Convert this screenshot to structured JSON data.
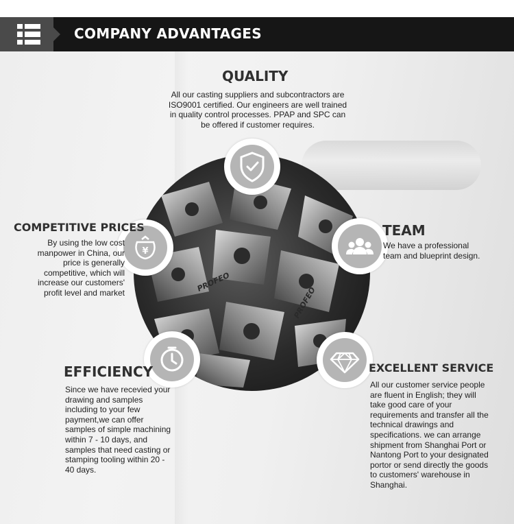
{
  "header": {
    "title": "COMPANY ADVANTAGES",
    "icon": "list-icon"
  },
  "quality": {
    "title": "QUALITY",
    "text": "All our casting suppliers and subcontractors are\nISO9001 certified. Our engineers are well trained\nin quality control processes. PPAP and SPC can\nbe offered if customer requires.",
    "icon": "shield-check-icon"
  },
  "competitive_prices": {
    "title": "COMPETITIVE PRICES",
    "text": "By using the low cost\nmanpower in China, our\nprice is generally\ncompetitive, which will\nincrease our customers'\nprofit level and market",
    "icon": "yen-coin-icon"
  },
  "team": {
    "title": "TEAM",
    "text": "We have a professional\nteam and blueprint design.",
    "icon": "team-icon"
  },
  "efficiency": {
    "title": "EFFICIENCY",
    "text": "Since we have recevied your\ndrawing and samples\nincluding to your few\npayment,we can offer\nsamples of simple machining\nwithin 7 - 10 days, and\nsamples that need casting or\nstamping tooling within 20 -\n40 days.",
    "icon": "clock-icon"
  },
  "excellent_service": {
    "title": "EXCELLENT SERVICE",
    "text": "All our customer service people\nare fluent in English; they will\ntake good care of your\nrequirements and transfer all the\ntechnical drawings and\nspecifications.  we can arrange\nshipment from Shanghai Port or\nNantong Port to your designated\nportor or send  directly the goods\nto customers' warehouse in\nShanghai.",
    "icon": "diamond-icon"
  },
  "center_image": {
    "part_marking": "PROFEO"
  },
  "colors": {
    "header_bg": "#161616",
    "header_icon_bg": "#4a4a4a",
    "badge_fill": "#b5b5b5",
    "heading_text": "#303030"
  }
}
